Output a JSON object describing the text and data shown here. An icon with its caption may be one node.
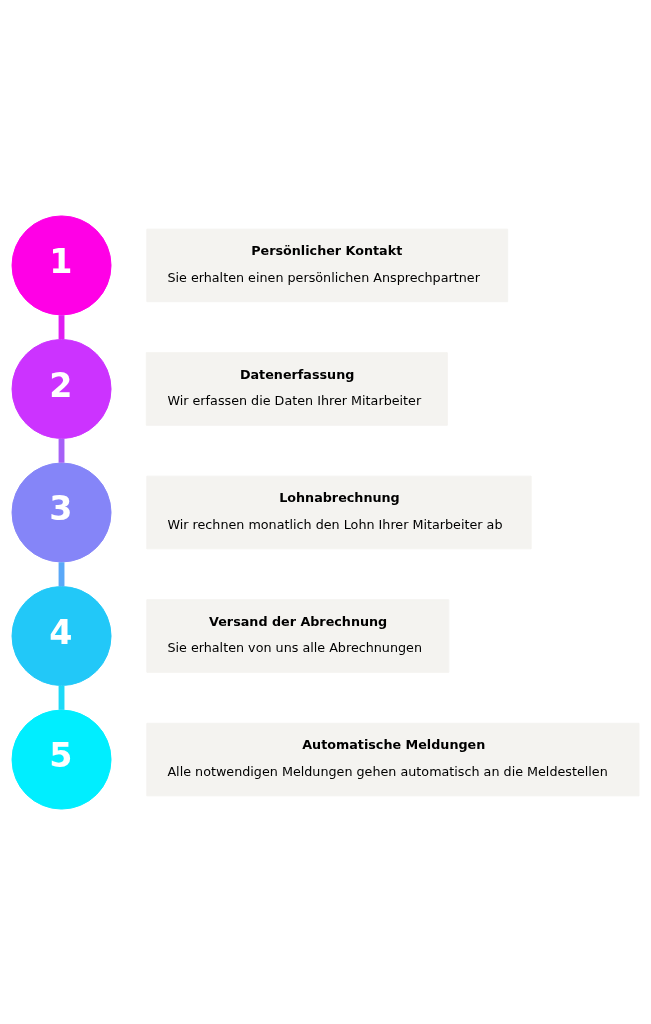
{
  "diagram": {
    "nodes": [
      {
        "text": [
          "1"
        ]
      },
      {
        "text": [
          "Persönlicher Kontakt",
          "Sie erhalten einen persönlichen Ansprechpartner"
        ]
      },
      {
        "text": [
          "2"
        ]
      },
      {
        "text": [
          "Datenerfassung",
          "Wir erfassen die Daten Ihrer Mitarbeiter"
        ]
      },
      {
        "text": [
          "3"
        ]
      },
      {
        "text": [
          "Lohnabrechnung",
          "Wir rechnen monatlich den Lohn Ihrer Mitarbeiter ab"
        ]
      },
      {
        "text": [
          "4"
        ]
      },
      {
        "text": [
          "Versand der Abrechnung",
          "Sie erhalten von uns alle Abrechnungen"
        ]
      },
      {
        "text": [
          "5"
        ]
      },
      {
        "text": [
          "Automatische Meldungen",
          "Alle notwendigen Meldungen gehen automatisch an die Meldestellen"
        ]
      }
    ],
    "edges": [
      {
        "from": 0,
        "to": 2,
        "arrow": "none",
        "color": "#e01cf2"
      },
      {
        "from": 2,
        "to": 4,
        "arrow": "none",
        "color": "#a660f6"
      },
      {
        "from": 4,
        "to": 6,
        "arrow": "none",
        "color": "#5aa8f8"
      },
      {
        "from": 6,
        "to": 8,
        "arrow": "none",
        "color": "#1cdaf8"
      }
    ]
  }
}
